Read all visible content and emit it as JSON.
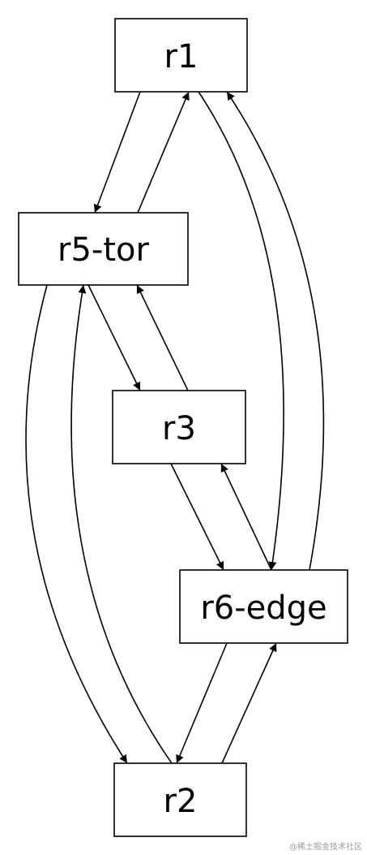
{
  "nodes": [
    {
      "id": "r1",
      "label": "r1"
    },
    {
      "id": "r5-tor",
      "label": "r5-tor"
    },
    {
      "id": "r3",
      "label": "r3"
    },
    {
      "id": "r6-edge",
      "label": "r6-edge"
    },
    {
      "id": "r2",
      "label": "r2"
    }
  ],
  "edges": [
    {
      "from": "r1",
      "to": "r5-tor"
    },
    {
      "from": "r5-tor",
      "to": "r1"
    },
    {
      "from": "r1",
      "to": "r6-edge"
    },
    {
      "from": "r6-edge",
      "to": "r1"
    },
    {
      "from": "r5-tor",
      "to": "r3"
    },
    {
      "from": "r3",
      "to": "r5-tor"
    },
    {
      "from": "r5-tor",
      "to": "r2"
    },
    {
      "from": "r2",
      "to": "r5-tor"
    },
    {
      "from": "r3",
      "to": "r6-edge"
    },
    {
      "from": "r6-edge",
      "to": "r3"
    },
    {
      "from": "r6-edge",
      "to": "r2"
    },
    {
      "from": "r2",
      "to": "r6-edge"
    }
  ],
  "watermark": "@稀土掘金技术社区",
  "colors": {
    "stroke": "#000000",
    "background": "#ffffff",
    "watermark": "#9a9a9a"
  }
}
